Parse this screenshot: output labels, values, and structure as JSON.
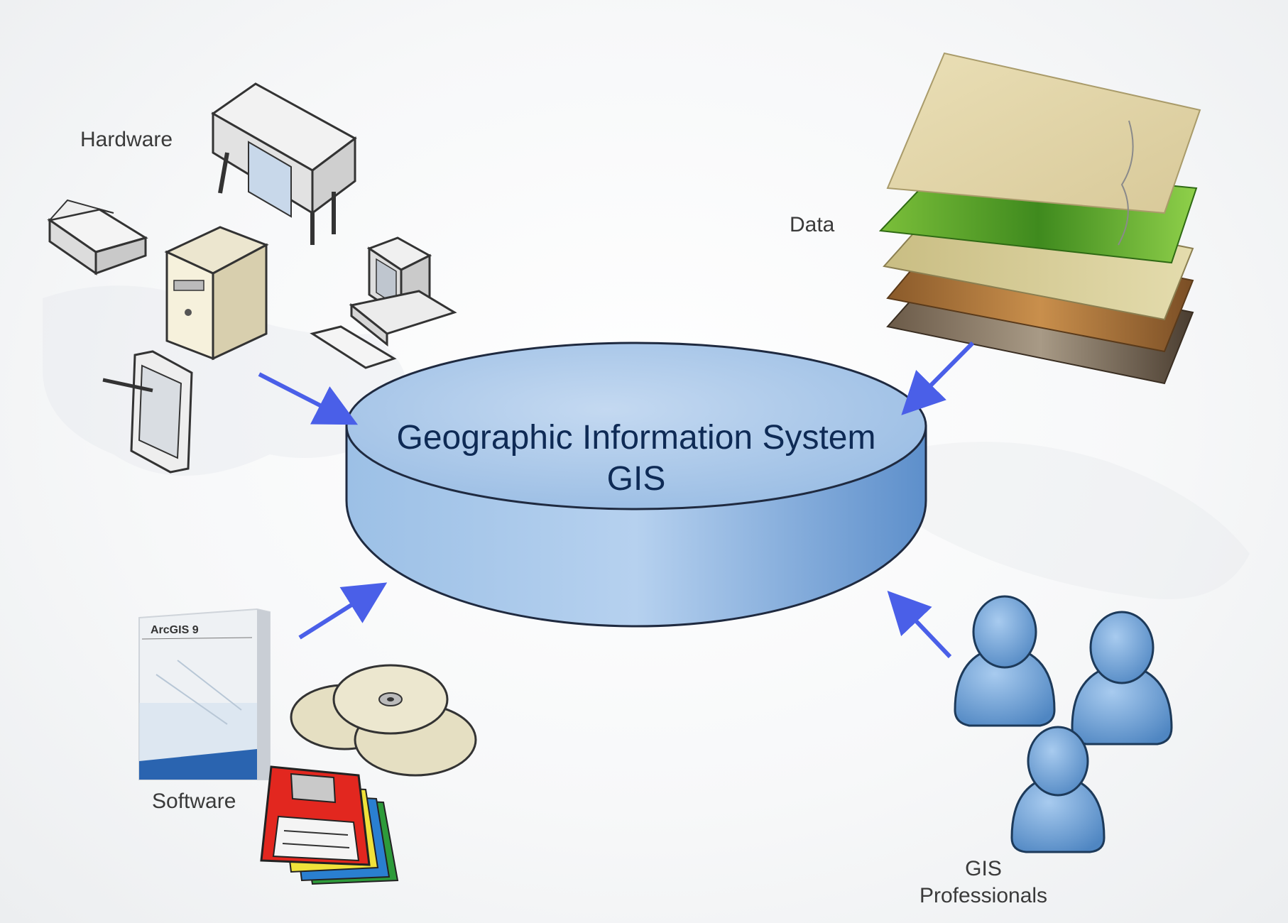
{
  "diagram": {
    "center": {
      "title": "Geographic Information System",
      "subtitle": "GIS"
    },
    "components": {
      "hardware": {
        "label": "Hardware"
      },
      "data": {
        "label": "Data"
      },
      "software": {
        "label": "Software",
        "box_text": "ArcGIS 9"
      },
      "people": {
        "label_line1": "GIS",
        "label_line2": "Professionals"
      }
    }
  },
  "colors": {
    "cylinder_top": "#a9c6e8",
    "cylinder_side": "#6f9fd3",
    "arrow": "#4a5fe8",
    "person": "#6ea2d6"
  }
}
